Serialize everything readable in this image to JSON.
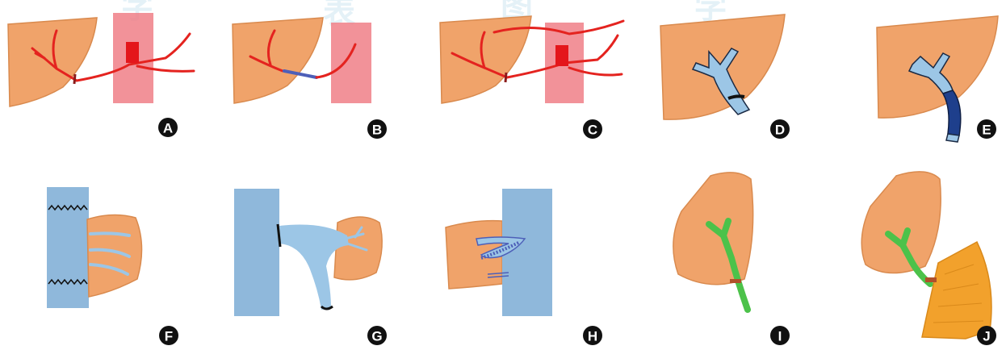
{
  "figure": {
    "panels": [
      {
        "label": "A"
      },
      {
        "label": "B"
      },
      {
        "label": "C"
      },
      {
        "label": "D"
      },
      {
        "label": "E"
      },
      {
        "label": "F"
      },
      {
        "label": "G"
      },
      {
        "label": "H"
      },
      {
        "label": "I"
      },
      {
        "label": "J"
      }
    ]
  },
  "colors": {
    "liver": "#f0a36a",
    "liver_stroke": "#d98a4e",
    "artery": "#e4231f",
    "duodenum_box": "#f07f87",
    "graft_blue": "#4d5fb8",
    "vessel_light_blue": "#9cc6e6",
    "vessel_dark_blue": "#1e3f8c",
    "cava_block": "#8fb8db",
    "bile_duct_green": "#4cc24a",
    "bowel_orange": "#f2a12c",
    "suture_black": "#111111"
  }
}
